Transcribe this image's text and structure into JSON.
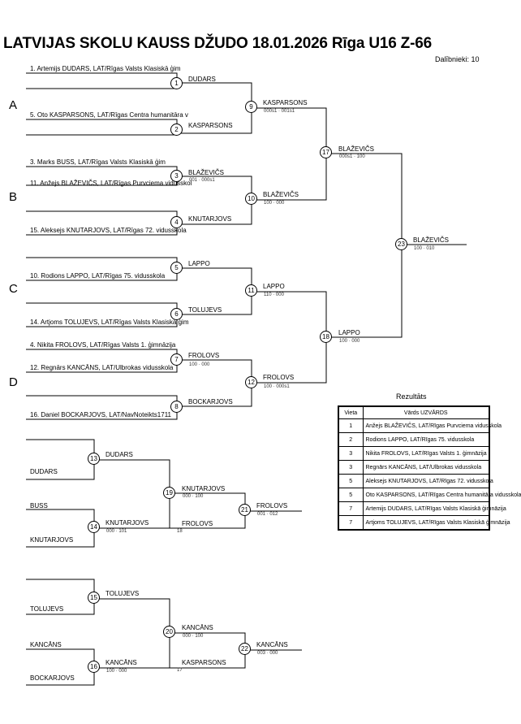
{
  "header": {
    "title": "LATVIJAS SKOLU KAUSS DŽUDO  18.01.2026  Rīga   U16 Z-66",
    "participants": "Dalībnieki: 10"
  },
  "groups": [
    "A",
    "B",
    "C",
    "D"
  ],
  "entrants": [
    "1. Artemijs DUDARS, LAT/Rīgas Valsts Klasiskā ģim",
    "5. Oto KASPARSONS, LAT/Rīgas Centra humanitāra v",
    "3. Marks BUSS, LAT/Rīgas Valsts Klasiskā ģim",
    "11. Anžejs BLAŽEVIČS, LAT/Rīgas Purvciema vidusskol",
    "15. Aleksejs KNUTARJOVS, LAT/Rīgas 72. vidusskola",
    "10. Rodions LAPPO, LAT/Rīgas 75. vidusskola",
    "14. Artjoms TOLUJEVS, LAT/Rīgas Valsts Klasiskā ģim",
    "4. Nikita FROLOVS, LAT/Rīgas Valsts 1. ģimnāzija",
    "12. Regnārs KANCĀNS, LAT/Ulbrokas vidusskola",
    "16. Daniel BOCKARJOVS, LAT/NavNoteikts1711"
  ],
  "bouts": {
    "b1": "DUDARS",
    "b2": "KASPARSONS",
    "b3": "BLAŽEVIČS",
    "b4": "KNUTARJOVS",
    "b5": "LAPPO",
    "b6": "TOLUJEVS",
    "b7": "FROLOVS",
    "b8": "BOCKARJOVS",
    "b9": "KASPARSONS",
    "b10": "BLAŽEVIČS",
    "b11": "LAPPO",
    "b12": "FROLOVS",
    "b17": "BLAŽEVIČS",
    "b18": "LAPPO",
    "b23": "BLAŽEVIČS"
  },
  "scores": {
    "b3": "001 · 000s1",
    "b7": "100 · 000",
    "b9": "000s1 · 001s1",
    "b10": "100 · 000",
    "b11": "110 · 000",
    "b12": "100 · 000s1",
    "b17": "000s1 · 100",
    "b18": "100 · 000",
    "b23": "100 · 010"
  },
  "repechage": {
    "r1": {
      "in13a": "",
      "in13b": "DUDARS",
      "in14a": "BUSS",
      "in14b": "KNUTARJOVS",
      "w13": "DUDARS",
      "w14": "KNUTARJOVS",
      "s14": "000 · 101",
      "w19": "KNUTARJOVS",
      "s19": "000 · 100",
      "drop": "FROLOVS",
      "dropnum": "18",
      "w21": "FROLOVS",
      "s21": "001 · 012"
    },
    "r2": {
      "in15a": "",
      "in15b": "TOLUJEVS",
      "in16a": "KANCĀNS",
      "in16b": "BOCKARJOVS",
      "w15": "TOLUJEVS",
      "w16": "KANCĀNS",
      "s16": "100 · 000",
      "w20": "KANCĀNS",
      "s20": "000 · 100",
      "drop": "KASPARSONS",
      "dropnum": "17",
      "w22": "KANCĀNS",
      "s22": "003 · 000"
    }
  },
  "numbers": [
    "1",
    "2",
    "3",
    "4",
    "5",
    "6",
    "7",
    "8",
    "9",
    "10",
    "11",
    "12",
    "13",
    "14",
    "15",
    "16",
    "17",
    "18",
    "19",
    "20",
    "21",
    "22",
    "23"
  ],
  "results": {
    "title": "Rezultāts",
    "col_place": "Vieta",
    "col_name": "Vārds UZVĀRDS",
    "rows": [
      {
        "place": "1",
        "name": "Anžejs BLAŽEVIČS, LAT/Rīgas Purvciema vidusskola"
      },
      {
        "place": "2",
        "name": "Rodions LAPPO, LAT/Rīgas 75. vidusskola"
      },
      {
        "place": "3",
        "name": "Nikita FROLOVS, LAT/Rīgas Valsts 1. ģimnāzija"
      },
      {
        "place": "3",
        "name": "Regnārs KANCĀNS, LAT/Ulbrokas vidusskola"
      },
      {
        "place": "5",
        "name": "Aleksejs KNUTARJOVS, LAT/Rīgas 72. vidusskola"
      },
      {
        "place": "5",
        "name": "Oto KASPARSONS, LAT/Rīgas Centra humanitāra vidusskola"
      },
      {
        "place": "7",
        "name": "Artemijs DUDARS, LAT/Rīgas Valsts Klasiskā ģimnāzija"
      },
      {
        "place": "7",
        "name": "Artjoms TOLUJEVS, LAT/Rīgas Valsts Klasiskā ģimnāzija"
      }
    ]
  }
}
